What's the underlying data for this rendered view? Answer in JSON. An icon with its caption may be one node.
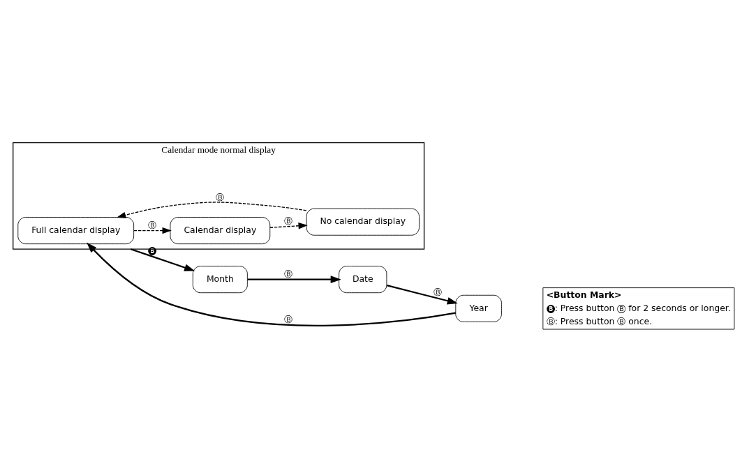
{
  "diagram": {
    "nodes": [
      {
        "text": [
          "Calendar mode normal display"
        ]
      },
      {
        "text": [
          "Full calendar display"
        ],
        "in": 0
      },
      {
        "text": [
          "Calendar display"
        ],
        "in": 0
      },
      {
        "text": [
          "No calendar display"
        ],
        "in": 0
      },
      {
        "text": [
          "Month"
        ]
      },
      {
        "text": [
          "Date"
        ]
      },
      {
        "text": [
          "Year"
        ]
      }
    ],
    "edges": [
      {
        "from": 0,
        "to": 4,
        "arrow": "to",
        "label": "🅑"
      },
      {
        "from": 4,
        "to": 5,
        "arrow": "to",
        "label": "Ⓑ"
      },
      {
        "from": 5,
        "to": 6,
        "arrow": "to",
        "label": "Ⓑ"
      },
      {
        "from": 6,
        "to": 1,
        "arrow": "to",
        "label": "Ⓑ"
      },
      {
        "from": 1,
        "to": 2,
        "arrow": "to",
        "label": "Ⓑ",
        "style": "dashed"
      },
      {
        "from": 2,
        "to": 3,
        "arrow": "to",
        "label": "Ⓑ",
        "style": "dashed"
      },
      {
        "from": 3,
        "to": 1,
        "arrow": "to",
        "label": "Ⓑ",
        "style": "dashed"
      }
    ],
    "labels": [
      "<Button Mark>",
      "🅑: Press button Ⓑ for 2 seconds or longer.",
      "Ⓑ: Press button Ⓑ once."
    ]
  }
}
